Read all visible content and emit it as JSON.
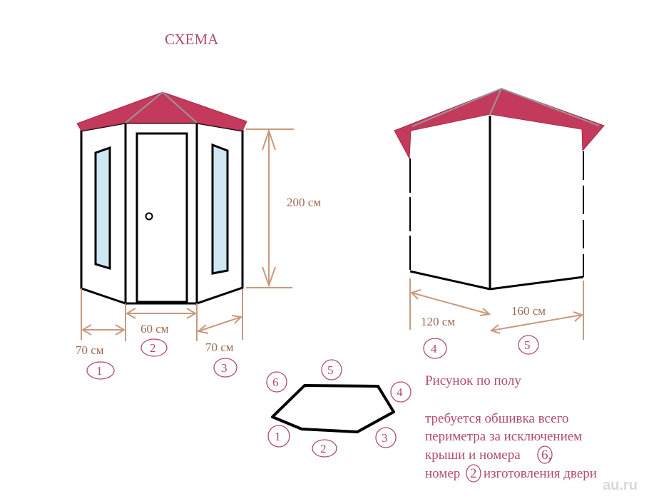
{
  "title": "СХЕМА",
  "front_view": {
    "height_label": "200 см",
    "left_width_label": "70 см",
    "door_width_label": "60 см",
    "right_width_label": "70 см",
    "panel_numbers": [
      "1",
      "2",
      "3"
    ]
  },
  "side_view": {
    "left_width_label": "120 см",
    "right_width_label": "160 см",
    "panel_numbers": [
      "4",
      "5"
    ]
  },
  "floor_plan": {
    "vertex_numbers": [
      "1",
      "2",
      "3",
      "4",
      "5",
      "6"
    ]
  },
  "notes": {
    "floor_caption": "Рисунок по полу",
    "line1": "требуется обшивка всего",
    "line2": "периметра за исключением",
    "line3_prefix": "крыши и номера",
    "line3_circled": "6",
    "line3_suffix": ",",
    "line4_prefix": "номер",
    "line4_circled": "2",
    "line4_suffix": "изготовления двери"
  },
  "watermark": {
    "brand": "au.ru"
  },
  "colors": {
    "roof": "#c43a5c",
    "dimension": "#c89a7e",
    "annotation": "#b24b6d",
    "window": "#cfe7f3"
  }
}
